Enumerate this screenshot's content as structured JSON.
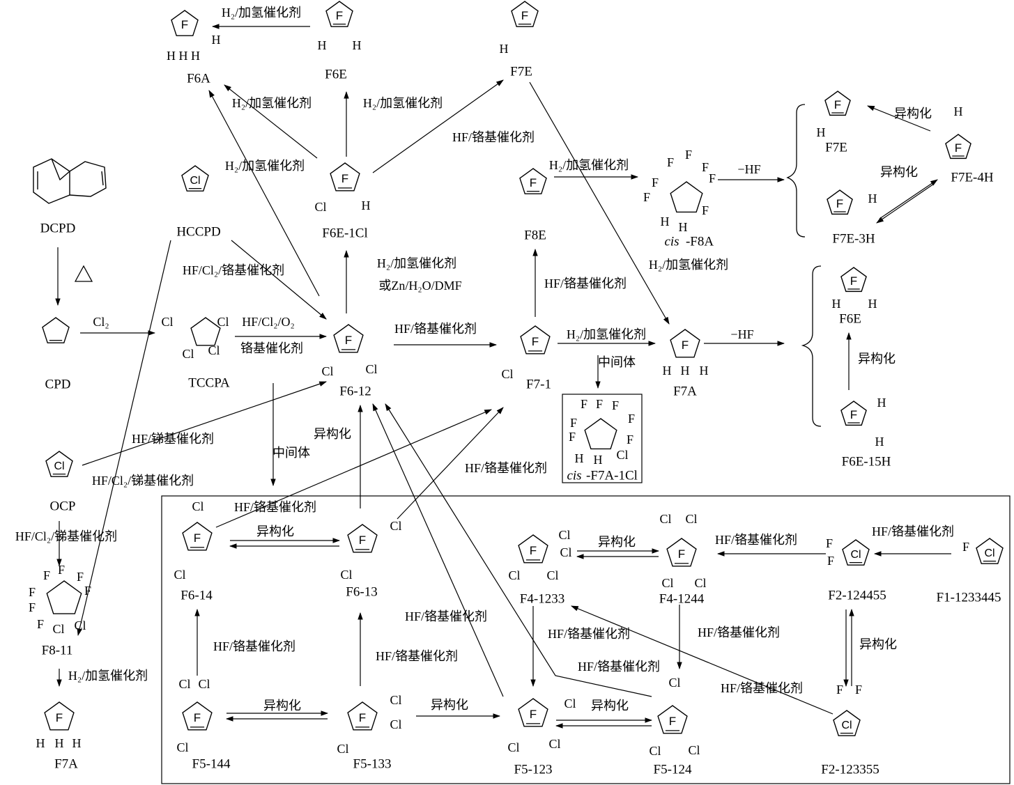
{
  "compounds": {
    "F6A_top": {
      "label": "F6A",
      "ring": "F",
      "subs": [
        "H",
        "H  H  H"
      ]
    },
    "F6E_top": {
      "label": "F6E",
      "ring": "F",
      "subs": [
        "H",
        "H"
      ]
    },
    "F7E_top": {
      "label": "F7E",
      "ring": "F",
      "subs": [
        "H"
      ]
    },
    "DCPD": {
      "label": "DCPD"
    },
    "HCCPD": {
      "label": "HCCPD",
      "ring": "Cl"
    },
    "F6E_1Cl": {
      "label": "F6E-1Cl",
      "ring": "F",
      "subs": [
        "Cl",
        "H"
      ]
    },
    "PFCPD": {
      "ring": "F"
    },
    "cis_F8A": {
      "label_prefix": "cis",
      "label": "-F8A",
      "subs": [
        "F",
        "F",
        "F",
        "F",
        "F",
        "F",
        "F",
        "H",
        "H"
      ]
    },
    "F7E_r": {
      "label": "F7E",
      "ring": "F",
      "subs": [
        "H"
      ]
    },
    "F7E_4H": {
      "label": "F7E-4H",
      "ring": "F",
      "subs": [
        "H"
      ]
    },
    "F7E_3H": {
      "label": "F7E-3H",
      "ring": "F",
      "subs": [
        "H"
      ]
    },
    "CPD": {
      "label": "CPD"
    },
    "TCCPA": {
      "label": "TCCPA",
      "subs": [
        "Cl",
        "Cl",
        "Cl",
        "Cl"
      ]
    },
    "F6_12": {
      "label": "F6-12",
      "ring": "F",
      "subs": [
        "Cl",
        "Cl"
      ]
    },
    "F7_1": {
      "label": "F7-1",
      "ring": "F",
      "subs": [
        "Cl"
      ]
    },
    "F8E": {
      "label": "F8E"
    },
    "F7A_mid": {
      "label": "F7A",
      "ring": "F",
      "subs": [
        "H",
        "H",
        "H"
      ]
    },
    "F6E_r": {
      "label": "F6E",
      "ring": "F",
      "subs": [
        "H",
        "H"
      ]
    },
    "F6E_15H": {
      "label": "F6E-15H",
      "ring": "F",
      "subs": [
        "H",
        "H"
      ]
    },
    "cis_F7A_1Cl": {
      "label_prefix": "cis",
      "label": "-F7A-1Cl",
      "subs": [
        "F",
        "F",
        "F",
        "F",
        "F",
        "F",
        "F",
        "H",
        "H",
        "Cl"
      ]
    },
    "OCP": {
      "label": "OCP",
      "ring": "Cl"
    },
    "F8_11": {
      "label": "F8-11",
      "subs": [
        "F",
        "F",
        "F",
        "F",
        "F",
        "F",
        "F",
        "Cl",
        "Cl"
      ]
    },
    "F7A_bot": {
      "label": "F7A",
      "ring": "F",
      "subs": [
        "H",
        "H",
        "H"
      ]
    },
    "F6_14": {
      "label": "F6-14",
      "ring": "F",
      "subs": [
        "Cl",
        "Cl"
      ]
    },
    "F6_13": {
      "label": "F6-13",
      "ring": "F",
      "subs": [
        "Cl",
        "Cl"
      ]
    },
    "F4_1233": {
      "label": "F4-1233",
      "ring": "F",
      "subs": [
        "Cl",
        "Cl",
        "Cl",
        "Cl"
      ]
    },
    "F4_1244": {
      "label": "F4-1244",
      "ring": "F",
      "subs": [
        "Cl",
        "Cl",
        "Cl",
        "Cl"
      ]
    },
    "F2_124455": {
      "label": "F2-124455",
      "ring": "Cl",
      "subs": [
        "F",
        "F"
      ]
    },
    "F1_1233445": {
      "label": "F1-1233445",
      "ring": "Cl",
      "subs": [
        "F"
      ]
    },
    "F5_144": {
      "label": "F5-144",
      "ring": "F",
      "subs": [
        "Cl",
        "Cl",
        "Cl"
      ]
    },
    "F5_133": {
      "label": "F5-133",
      "ring": "F",
      "subs": [
        "Cl",
        "Cl",
        "Cl"
      ]
    },
    "F5_123": {
      "label": "F5-123",
      "ring": "F",
      "subs": [
        "Cl",
        "Cl",
        "Cl"
      ]
    },
    "F5_124": {
      "label": "F5-124",
      "ring": "F",
      "subs": [
        "Cl",
        "Cl",
        "Cl"
      ]
    },
    "F2_123355": {
      "label": "F2-123355",
      "ring": "Cl",
      "subs": [
        "F",
        "F"
      ]
    }
  },
  "reagents": [
    "H₂/加氢催化剂",
    "H₂/加氢催化剂",
    "H₂/加氢催化剂",
    "HF/铬基催化剂",
    "H₂/加氢催化剂",
    "H₂/加氢催化剂",
    "−HF",
    "异构化",
    "异构化",
    "H₂/加氢催化剂",
    "H₂/加氢催化剂",
    "或Zn/H₂O/DMF",
    "HF/Cl₂/铬基催化剂",
    "HF/铬基催化剂",
    "Cl₂",
    "HF/Cl₂/O₂",
    "铬基催化剂",
    "HF/铬基催化剂",
    "H₂/加氢催化剂",
    "中间体",
    "−HF",
    "异构化",
    "HF/锑基催化剂",
    "异构化",
    "中间体",
    "HF/铬基催化剂",
    "HF/Cl₂/锑基催化剂",
    "HF/铬基催化剂",
    "异构化",
    "HF/Cl₂/锑基催化剂",
    "异构化",
    "HF/铬基催化剂",
    "HF/铬基催化剂",
    "HF/铬基催化剂",
    "HF/铬基催化剂",
    "HF/铬基催化剂",
    "HF/铬基催化剂",
    "HF/铬基催化剂",
    "HF/铬基催化剂",
    "HF/铬基催化剂",
    "H₂/加氢催化剂",
    "异构化",
    "异构化",
    "异构化",
    "异构化"
  ]
}
